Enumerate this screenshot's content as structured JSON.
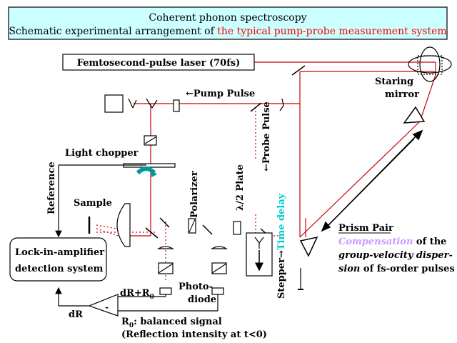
{
  "title_box": {
    "line1": "Coherent phonon spectroscopy",
    "line2_prefix": "Schematic experimental arrangement of ",
    "line2_highlight": "the typical pump-probe measurement system"
  },
  "laser": {
    "label": "Femtosecond-pulse laser (70fs)"
  },
  "pump_pulse": {
    "label": "←Pump Pulse"
  },
  "probe_pulse": {
    "label": "←Probe Pulse"
  },
  "staring_mirror": {
    "line1": "Staring",
    "line2": "mirror"
  },
  "light_chopper": {
    "label": "Light chopper"
  },
  "reference": {
    "label": "Reference"
  },
  "sample": {
    "label": "Sample"
  },
  "polarizer": {
    "label": "Polarizer"
  },
  "half_wave_plate": {
    "label": "λ/2 Plate"
  },
  "stepper": {
    "label": "Stepper",
    "arrow": "→",
    "time_delay": "Time delay"
  },
  "lockin": {
    "line1": "Lock-in-amplifier",
    "line2": "detection system"
  },
  "photodiode": {
    "line1": "Photo-",
    "line2": "diode"
  },
  "signals": {
    "dR_R0": "dR+R",
    "dR_R0_sub": "0",
    "dR": "dR",
    "minus": "-",
    "r0_balanced": "R",
    "r0_sub": "0",
    "r0_rest": ": balanced signal",
    "reflection": "(Reflection intensity at t<0)"
  },
  "prism_pair": {
    "title": "Prism Pair",
    "line1_highlight": "Compensation",
    "line1_rest": " of the",
    "line2": "group-velocity disper-",
    "line3_italic": "sion",
    "line3_rest": " of fs-order pulses"
  },
  "colors": {
    "beam": "#cc0000",
    "title_bg": "#ccffff",
    "highlight": "#ff0000",
    "compensation": "#cc99ff",
    "time_delay": "#00cccc",
    "dark": "#000000"
  }
}
